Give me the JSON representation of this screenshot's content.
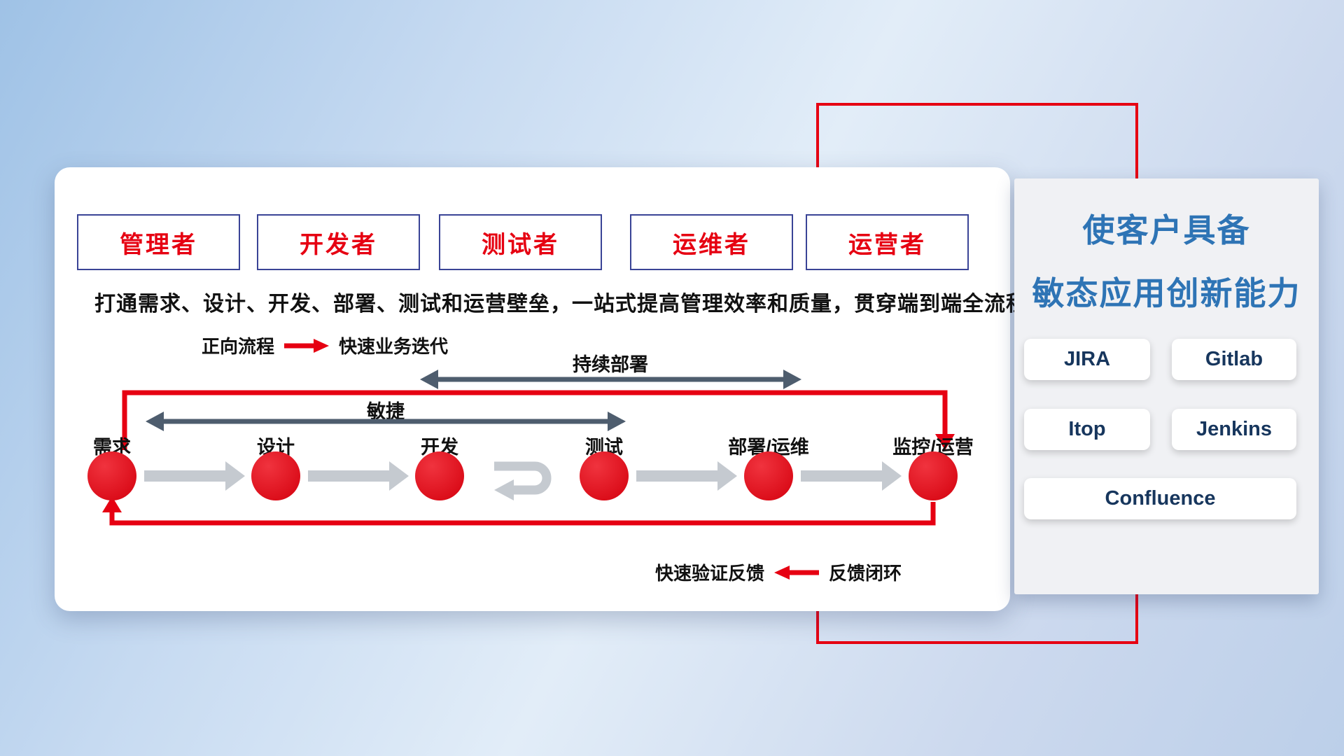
{
  "roles": [
    "管理者",
    "开发者",
    "测试者",
    "运维者",
    "运营者"
  ],
  "description": "打通需求、设计、开发、部署、测试和运营壁垒，一站式提高管理效率和质量，贯穿端到端全流程",
  "legend_forward": {
    "label": "正向流程",
    "value": "快速业务迭代"
  },
  "legend_feedback": {
    "label": "快速验证反馈",
    "value": "反馈闭环"
  },
  "arrow_labels": {
    "continuous_deployment": "持续部署",
    "agile": "敏捷"
  },
  "stages": [
    "需求",
    "设计",
    "开发",
    "测试",
    "部署/运维",
    "监控/运营"
  ],
  "panel": {
    "title_line1": "使客户具备",
    "title_line2": "敏态应用创新能力",
    "tools": [
      "JIRA",
      "Gitlab",
      "Itop",
      "Jenkins",
      "Confluence"
    ]
  },
  "colors": {
    "red_accent": "#e60012",
    "blue_title": "#2e74b5",
    "navy_button_text": "#17365d",
    "dark_arrow": "#4e5d6e",
    "gray_arrow": "#c5cad0",
    "box_border": "#3a4496"
  }
}
